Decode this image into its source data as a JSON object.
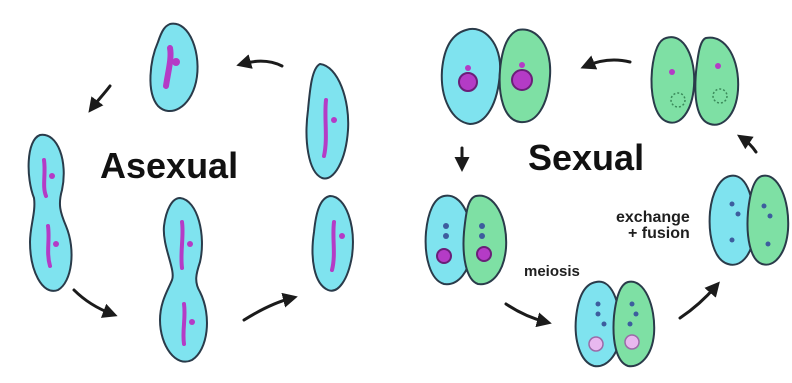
{
  "labels": {
    "asexual": "Asexual",
    "sexual": "Sexual",
    "exchange": "exchange",
    "fusion": "+ fusion",
    "meiosis": "meiosis"
  },
  "colors": {
    "cyan": "#7fe3ef",
    "green": "#7ee0a4",
    "nucleus": "#b43bc6",
    "nucleus_light": "#e8b8ef",
    "outline": "#2a3b4a",
    "arrow": "#1b1b1b"
  }
}
